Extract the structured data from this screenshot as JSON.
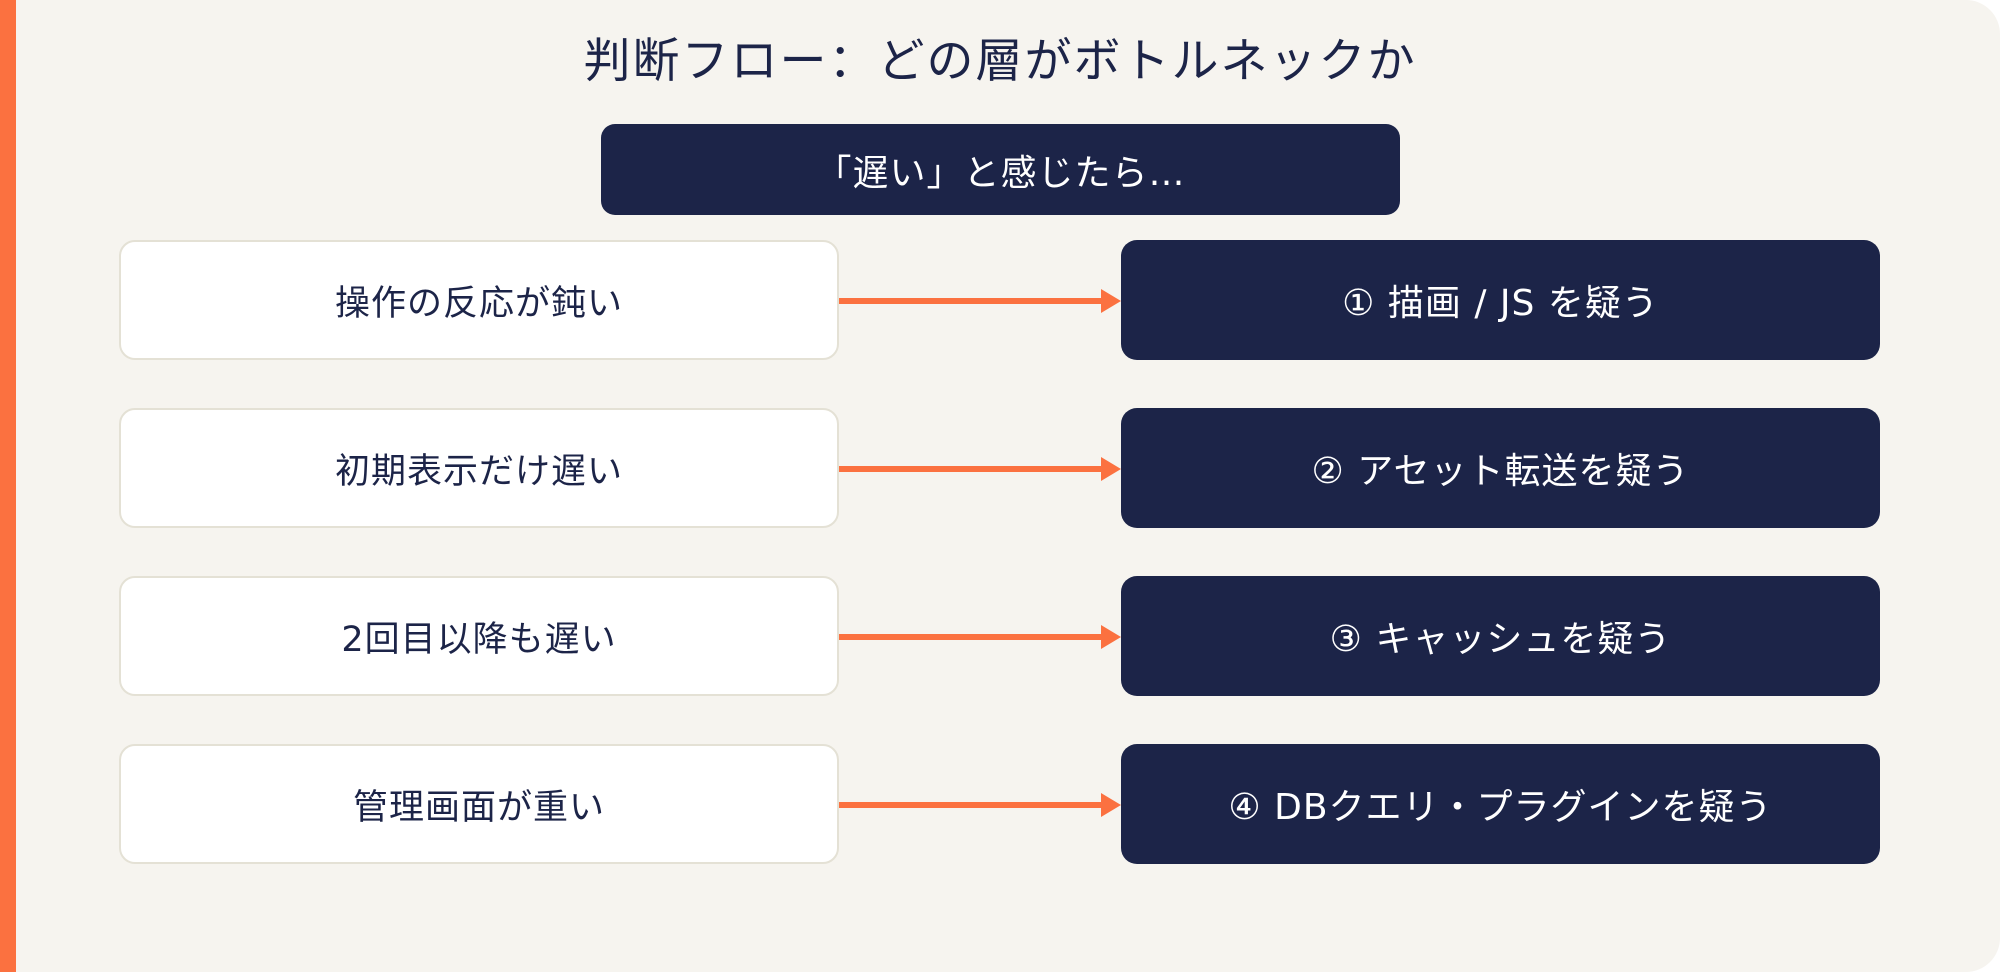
{
  "diagram": {
    "title": "判断フロー：どの層がボトルネックか",
    "start": "「遅い」と感じたら…",
    "flows": [
      {
        "symptom": "操作の反応が鈍い",
        "action": "① 描画 / JS を疑う"
      },
      {
        "symptom": "初期表示だけ遅い",
        "action": "② アセット転送を疑う"
      },
      {
        "symptom": "2回目以降も遅い",
        "action": "③ キャッシュを疑う"
      },
      {
        "symptom": "管理画面が重い",
        "action": "④ DBクエリ・プラグインを疑う"
      }
    ]
  },
  "colors": {
    "background": "#f6f4ef",
    "accent": "#fb7140",
    "navy": "#1c2448",
    "box_border": "#e4e1d5",
    "white": "#ffffff"
  }
}
